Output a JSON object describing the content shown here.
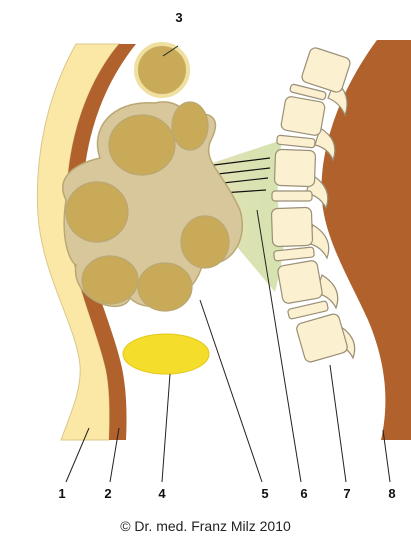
{
  "diagram": {
    "labels": {
      "l1": "1",
      "l2": "2",
      "l3": "3",
      "l4": "4",
      "l5": "5",
      "l6": "6",
      "l7": "7",
      "l8": "8"
    },
    "credit": "© Dr. med. Franz Milz 2010"
  },
  "colors": {
    "cream": "#fbe8a6",
    "brown": "#b0612c",
    "loop_fill": "#d7c79a",
    "loop_core": "#c9aa58",
    "loop_stroke": "#b9a774",
    "yellow": "#f5dd2b",
    "vertebra": "#fbf0cf",
    "vertebra_stroke": "#9a8f77"
  }
}
